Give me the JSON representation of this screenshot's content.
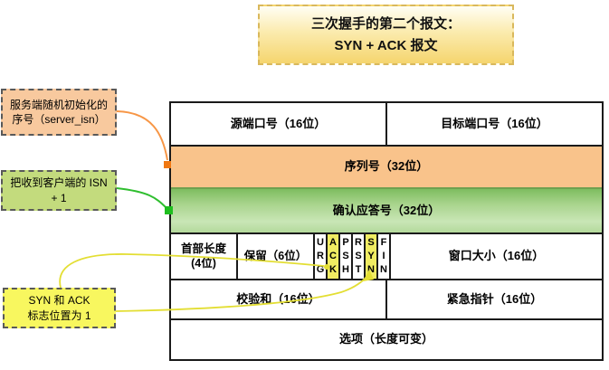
{
  "title": {
    "line1": "三次握手的第二个报文：",
    "line2": "SYN + ACK 报文"
  },
  "callouts": {
    "server_isn": {
      "line1": "服务端随机初始化的",
      "line2": "序号（server_isn）"
    },
    "client_isn": {
      "line1": "把收到客户端的 ISN",
      "line2": "+ 1"
    },
    "syn_ack": {
      "line1": "SYN 和 ACK",
      "line2": "标志位置为 1"
    }
  },
  "tcp_header": {
    "src_port": "源端口号（16位）",
    "dst_port": "目标端口号（16位）",
    "seq": "序列号（32位）",
    "ack": "确认应答号（32位）",
    "header_len_line1": "首部长度",
    "header_len_line2": "(4位)",
    "reserved": "保留（6位）",
    "flags": [
      {
        "name": "URG",
        "letters": [
          "U",
          "R",
          "G"
        ],
        "highlight": false
      },
      {
        "name": "ACK",
        "letters": [
          "A",
          "C",
          "K"
        ],
        "highlight": true
      },
      {
        "name": "PSH",
        "letters": [
          "P",
          "S",
          "H"
        ],
        "highlight": false
      },
      {
        "name": "RST",
        "letters": [
          "R",
          "S",
          "T"
        ],
        "highlight": false
      },
      {
        "name": "SYN",
        "letters": [
          "S",
          "Y",
          "N"
        ],
        "highlight": true
      },
      {
        "name": "FIN",
        "letters": [
          "F",
          "I",
          "N"
        ],
        "highlight": false
      }
    ],
    "window": "窗口大小（16位）",
    "checksum": "校验和（16位）",
    "urgent_ptr": "紧急指针（16位）",
    "options": "选项（长度可变）"
  },
  "colors": {
    "seq_row_bg": "#F9C38B",
    "ack_row_gradient_top": "#7EBD60",
    "ack_row_gradient_bottom": "#C9E6B6",
    "flag_highlight_bg": "#F0EC62",
    "callout_server_isn_bg": "#F8C99E",
    "callout_client_isn_bg": "#C3DB7D",
    "callout_syn_ack_bg": "#F8F75F",
    "title_box_gradient_top": "#FFFEF4",
    "title_box_gradient_bottom": "#F5D56E",
    "title_box_border": "#D9B85C",
    "connector_orange": "#F79646",
    "connector_green": "#2FBE2F",
    "connector_yellow": "#E3DE33",
    "table_border": "#1a1a1a"
  }
}
